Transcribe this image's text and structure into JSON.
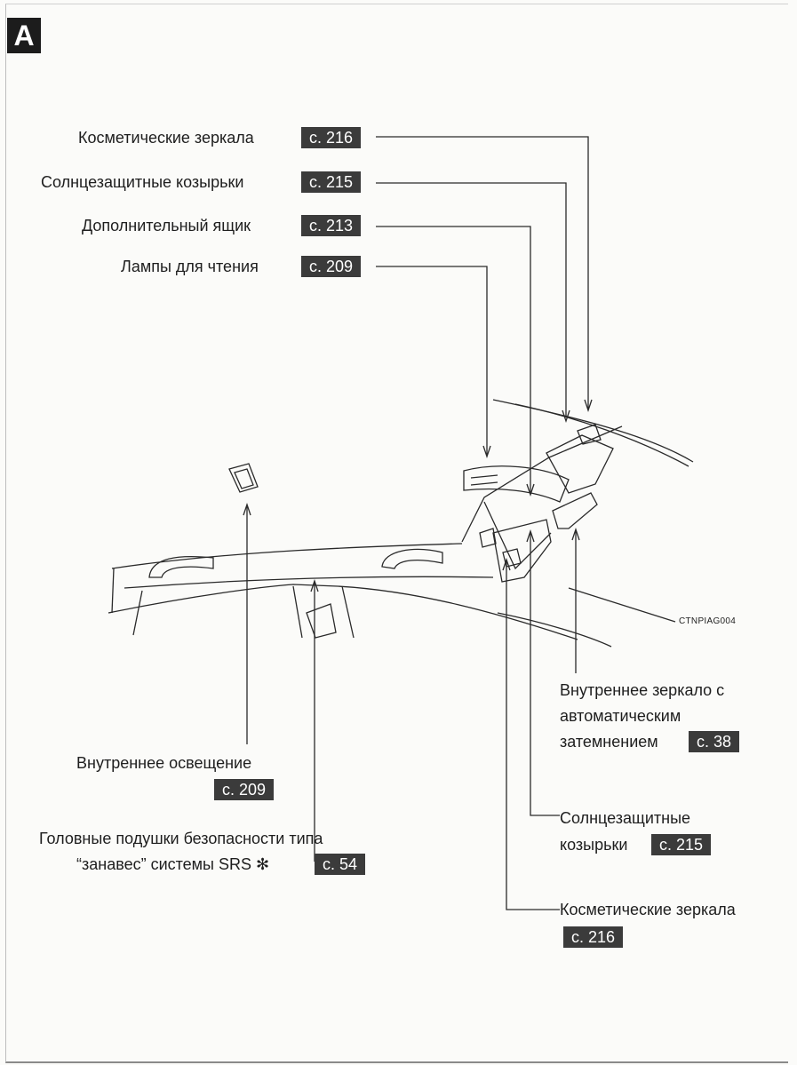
{
  "section_letter": "A",
  "top_labels": [
    {
      "text": "Косметические зеркала",
      "ref": "с. 216"
    },
    {
      "text": "Солнцезащитные козырьки",
      "ref": "с. 215"
    },
    {
      "text": "Дополнительный ящик",
      "ref": "с. 213"
    },
    {
      "text": "Лампы для чтения",
      "ref": "с. 209"
    }
  ],
  "interior_light": {
    "text": "Внутреннее освещение",
    "ref": "с. 209"
  },
  "airbags": {
    "line1": "Головные подушки безопасности типа",
    "line2": "“занавес” системы SRS ✻",
    "ref": "с. 54"
  },
  "mirror": {
    "line1": "Внутреннее зеркало с",
    "line2": "автоматическим",
    "line3": "затемнением",
    "ref": "с. 38"
  },
  "visors_right": {
    "line1": "Солнцезащитные",
    "line2": "козырьки",
    "ref": "с. 215"
  },
  "vanity_right": {
    "line1": "Косметические зеркала",
    "ref": "с. 216"
  },
  "figure_code": "CTNPIAG004"
}
